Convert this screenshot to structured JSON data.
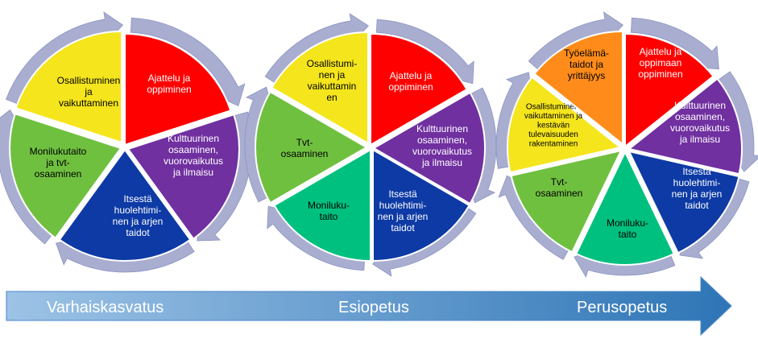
{
  "colors": {
    "ring": "#a9aed1",
    "ring_edge": "#8b92c2",
    "arrow_light": "#9dc3e6",
    "arrow_dark": "#2e75b6",
    "red": "#ff0000",
    "purple": "#7030a0",
    "blue": "#0d3aa5",
    "green_light": "#70c040",
    "green_teal": "#00c080",
    "yellow": "#f5e51c",
    "orange": "#ff8c1a"
  },
  "wheels": [
    {
      "name": "varhaiskasvatus",
      "segments": [
        {
          "id": "ajattelu",
          "lines": [
            "Ajattelu ja",
            "oppiminen"
          ],
          "color": "red",
          "text_color": "#ffffff"
        },
        {
          "id": "kulttuurinen",
          "lines": [
            "Kulttuurinen",
            "osaaminen,",
            "vuorovaikutus",
            "ja ilmaisu"
          ],
          "color": "purple",
          "text_color": "#ffffff"
        },
        {
          "id": "itsesta",
          "lines": [
            "Itsestä",
            "huolehtimi-",
            "nen ja arjen",
            "taidot"
          ],
          "color": "blue",
          "text_color": "#ffffff"
        },
        {
          "id": "monilukutaito",
          "lines": [
            "Monilukutaito",
            "ja tvt-",
            "osaaminen"
          ],
          "color": "green_light",
          "text_color": "#000000"
        },
        {
          "id": "osallistuminen",
          "lines": [
            "Osallistuminen",
            "ja",
            "vaikuttaminen"
          ],
          "color": "yellow",
          "text_color": "#000000"
        }
      ]
    },
    {
      "name": "esiopetus",
      "segments": [
        {
          "id": "ajattelu",
          "lines": [
            "Ajattelu ja",
            "oppiminen"
          ],
          "color": "red",
          "text_color": "#ffffff"
        },
        {
          "id": "kulttuurinen",
          "lines": [
            "Kulttuurinen",
            "osaaminen,",
            "vuorovaikutus",
            "ja ilmaisu"
          ],
          "color": "purple",
          "text_color": "#ffffff"
        },
        {
          "id": "itsesta",
          "lines": [
            "Itsestä",
            "huolehtimi-",
            "nen ja arjen",
            "taidot"
          ],
          "color": "blue",
          "text_color": "#ffffff"
        },
        {
          "id": "monilukutaito",
          "lines": [
            "Moniluku-",
            "taito"
          ],
          "color": "green_teal",
          "text_color": "#000000"
        },
        {
          "id": "tvt",
          "lines": [
            "Tvt-",
            "osaaminen"
          ],
          "color": "green_light",
          "text_color": "#000000"
        },
        {
          "id": "osallistuminen",
          "lines": [
            "Osallistumi-",
            "nen ja",
            "vaikuttamin",
            "en"
          ],
          "color": "yellow",
          "text_color": "#000000"
        }
      ]
    },
    {
      "name": "perusopetus",
      "segments": [
        {
          "id": "ajattelu",
          "lines": [
            "Ajattelu ja",
            "oppimaan",
            "oppiminen"
          ],
          "color": "red",
          "text_color": "#ffffff"
        },
        {
          "id": "kulttuurinen",
          "lines": [
            "Kulttuurinen",
            "osaaminen,",
            "vuorovaikutus",
            "ja ilmaisu"
          ],
          "color": "purple",
          "text_color": "#ffffff"
        },
        {
          "id": "itsesta",
          "lines": [
            "Itsestä",
            "huolehtimi-",
            "nen ja arjen",
            "taidot"
          ],
          "color": "blue",
          "text_color": "#ffffff"
        },
        {
          "id": "monilukutaito",
          "lines": [
            "Moniluku-",
            "taito"
          ],
          "color": "green_teal",
          "text_color": "#000000"
        },
        {
          "id": "tvt",
          "lines": [
            "Tvt-",
            "osaaminen"
          ],
          "color": "green_light",
          "text_color": "#000000"
        },
        {
          "id": "osallistuminen",
          "lines": [
            "Osallistuminen,",
            "vaikuttaminen ja",
            "kestävän",
            "tulevaisuuden",
            "rakentaminen"
          ],
          "color": "yellow",
          "text_color": "#000000",
          "small": true
        },
        {
          "id": "tyoelama",
          "lines": [
            "Työelämä-",
            "taidot ja",
            "yrittäjyys"
          ],
          "color": "orange",
          "text_color": "#000000"
        }
      ]
    }
  ],
  "timeline": {
    "labels": [
      "Varhaiskasvatus",
      "Esiopetus",
      "Perusopetus"
    ]
  }
}
